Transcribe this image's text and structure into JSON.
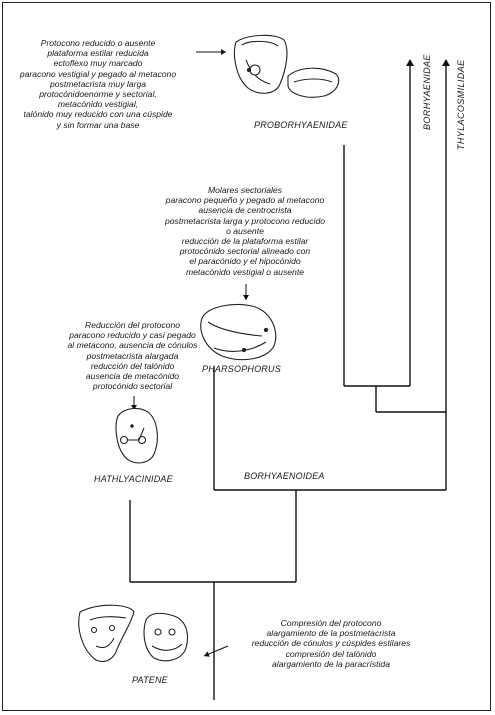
{
  "taxa": {
    "proborhyaenidae": "PROBORHYAENIDAE",
    "borhyaenidae": "BORHYAENIDAE",
    "thylacosmilidae": "THYLACOSMILIDAE",
    "pharsophorus": "PHARSOPHORUS",
    "hathlyacinidae": "HATHLYACINIDAE",
    "borhyaenoidea": "BORHYAENOIDEA",
    "patene": "PATENE"
  },
  "notes": {
    "proborhyaenidae": [
      "Protocono reducido o ausente",
      "plataforma estilar reducida",
      "ectoflexo muy marcado",
      "paracono vestigial y pegado al metacono",
      "postmetacrista muy larga",
      "protocónidoenorme y sectorial,",
      "metacónido vestigial,",
      "talónido muy reducido con una cúspide",
      "y sin formar una base"
    ],
    "borhyaenoidea_node": [
      "Molares sectoriales",
      "paracono pequeño y pegado al metacono",
      "ausencia de centrocrista",
      "postmetacrista larga y protocono reducido",
      "o ausente",
      "reducción de la plataforma estilar",
      "protocónido sectorial alineado con",
      "el paracónido y el hipocónido",
      "metacónido vestigial o ausente"
    ],
    "hathlyacinidae": [
      "Reducción del protocono",
      "paracono reducido y casi pegado",
      "al metacono, ausencia de cónulos",
      "postmetacrista alargada",
      "reducción del talónido",
      "ausencia de metacónido",
      "protocónido sectorial"
    ],
    "patene": [
      "Compresión del protocono",
      "alargamiento de la postmetacrista",
      "reducción de cónulos y cúspides estilares",
      "compresión del talónido",
      "alargamiento de la paracrístida"
    ]
  },
  "colors": {
    "line": "#111111",
    "text": "#1a1a1a",
    "background": "#ffffff"
  }
}
